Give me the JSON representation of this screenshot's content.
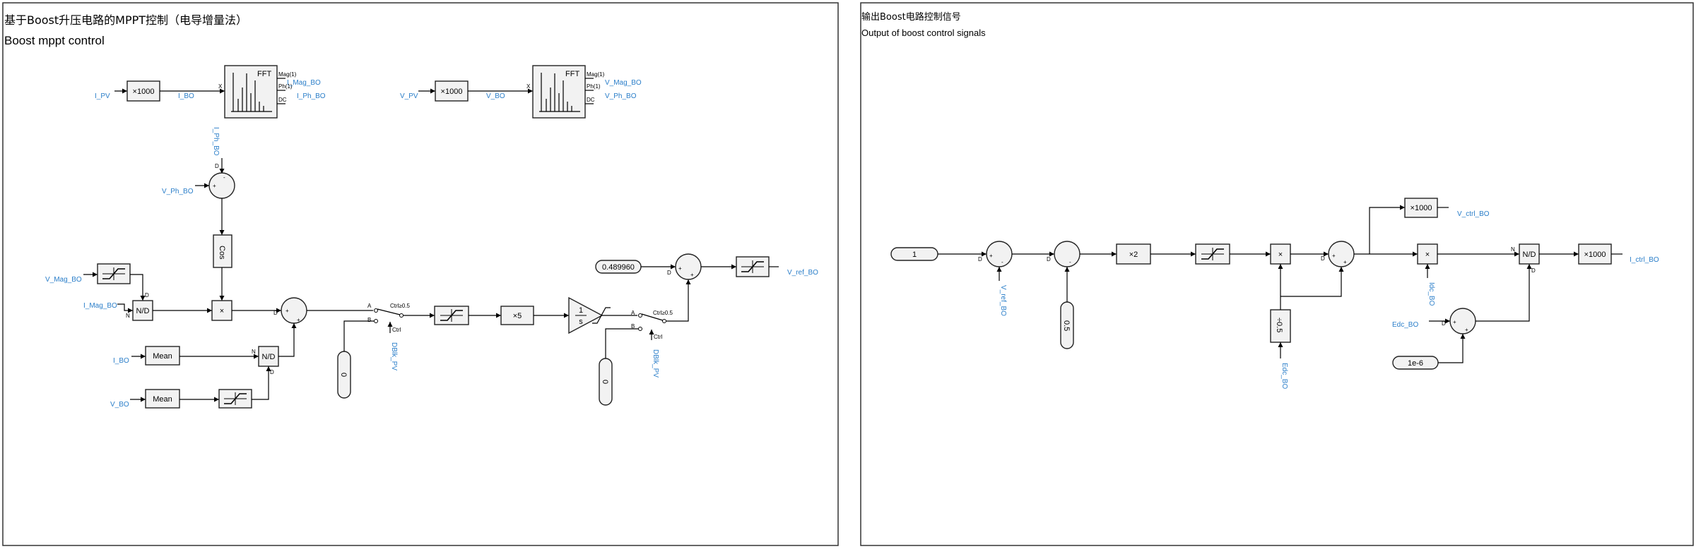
{
  "left_panel": {
    "title_zh": "基于Boost升压电路的MPPT控制（电导增量法）",
    "title_en": "Boost mppt control",
    "signals": {
      "i_pv": "I_PV",
      "i_bo": "I_BO",
      "v_pv": "V_PV",
      "v_bo": "V_BO",
      "i_mag_bo": "I_Mag_BO",
      "i_ph_bo": "I_Ph_BO",
      "v_mag_bo": "V_Mag_BO",
      "v_ph_bo": "V_Ph_BO",
      "i_ph_bo_in": "I_Ph_BO",
      "v_ph_bo_in": "V_Ph_BO",
      "v_mag_bo_in": "V_Mag_BO",
      "i_mag_bo_in": "I_Mag_BO",
      "i_bo_in": "I_BO",
      "v_bo_in": "V_BO",
      "dblk_pv_1": "DBlk_PV",
      "dblk_pv_2": "DBlk_PV",
      "v_ref_bo": "V_ref_BO"
    },
    "blocks": {
      "gain_1000": "×1000",
      "fft": "FFT",
      "cos": "Cos",
      "mult": "×",
      "nd": "N/D",
      "mean": "Mean",
      "gain_5": "×5",
      "const_0": "0",
      "const_0489960": "0.489960",
      "int_num": "1",
      "int_den": "s",
      "switch_label": "Ctrl≥0.5",
      "ctrl": "Ctrl"
    },
    "ports": {
      "x": "X",
      "mag1": "Mag(1)",
      "ph1": "Ph(1)",
      "dc": "DC",
      "a": "A",
      "b": "B",
      "n": "N",
      "d": "D",
      "plus": "+",
      "minus": "-"
    }
  },
  "right_panel": {
    "title_zh": "输出Boost电路控制信号",
    "title_en": "Output of boost control signals",
    "signals": {
      "v_ref_bo": "V_ref_BO",
      "v_ctrl_bo": "V_ctrl_BO",
      "idc_bo": "Idc_BO",
      "edc_bo_1": "Edc_BO",
      "edc_bo_2": "Edc_BO",
      "i_ctrl_bo": "I_ctrl_BO"
    },
    "blocks": {
      "const_1": "1",
      "const_05": "0.5",
      "gain_2": "×2",
      "mult": "×",
      "div_05": "÷0.5",
      "gain_1000": "×1000",
      "nd": "N/D",
      "const_1e6": "1e-6"
    }
  },
  "colors": {
    "signal_label": "#2a7ec9",
    "block_fill": "#f2f2f2",
    "wire": "#000000"
  }
}
